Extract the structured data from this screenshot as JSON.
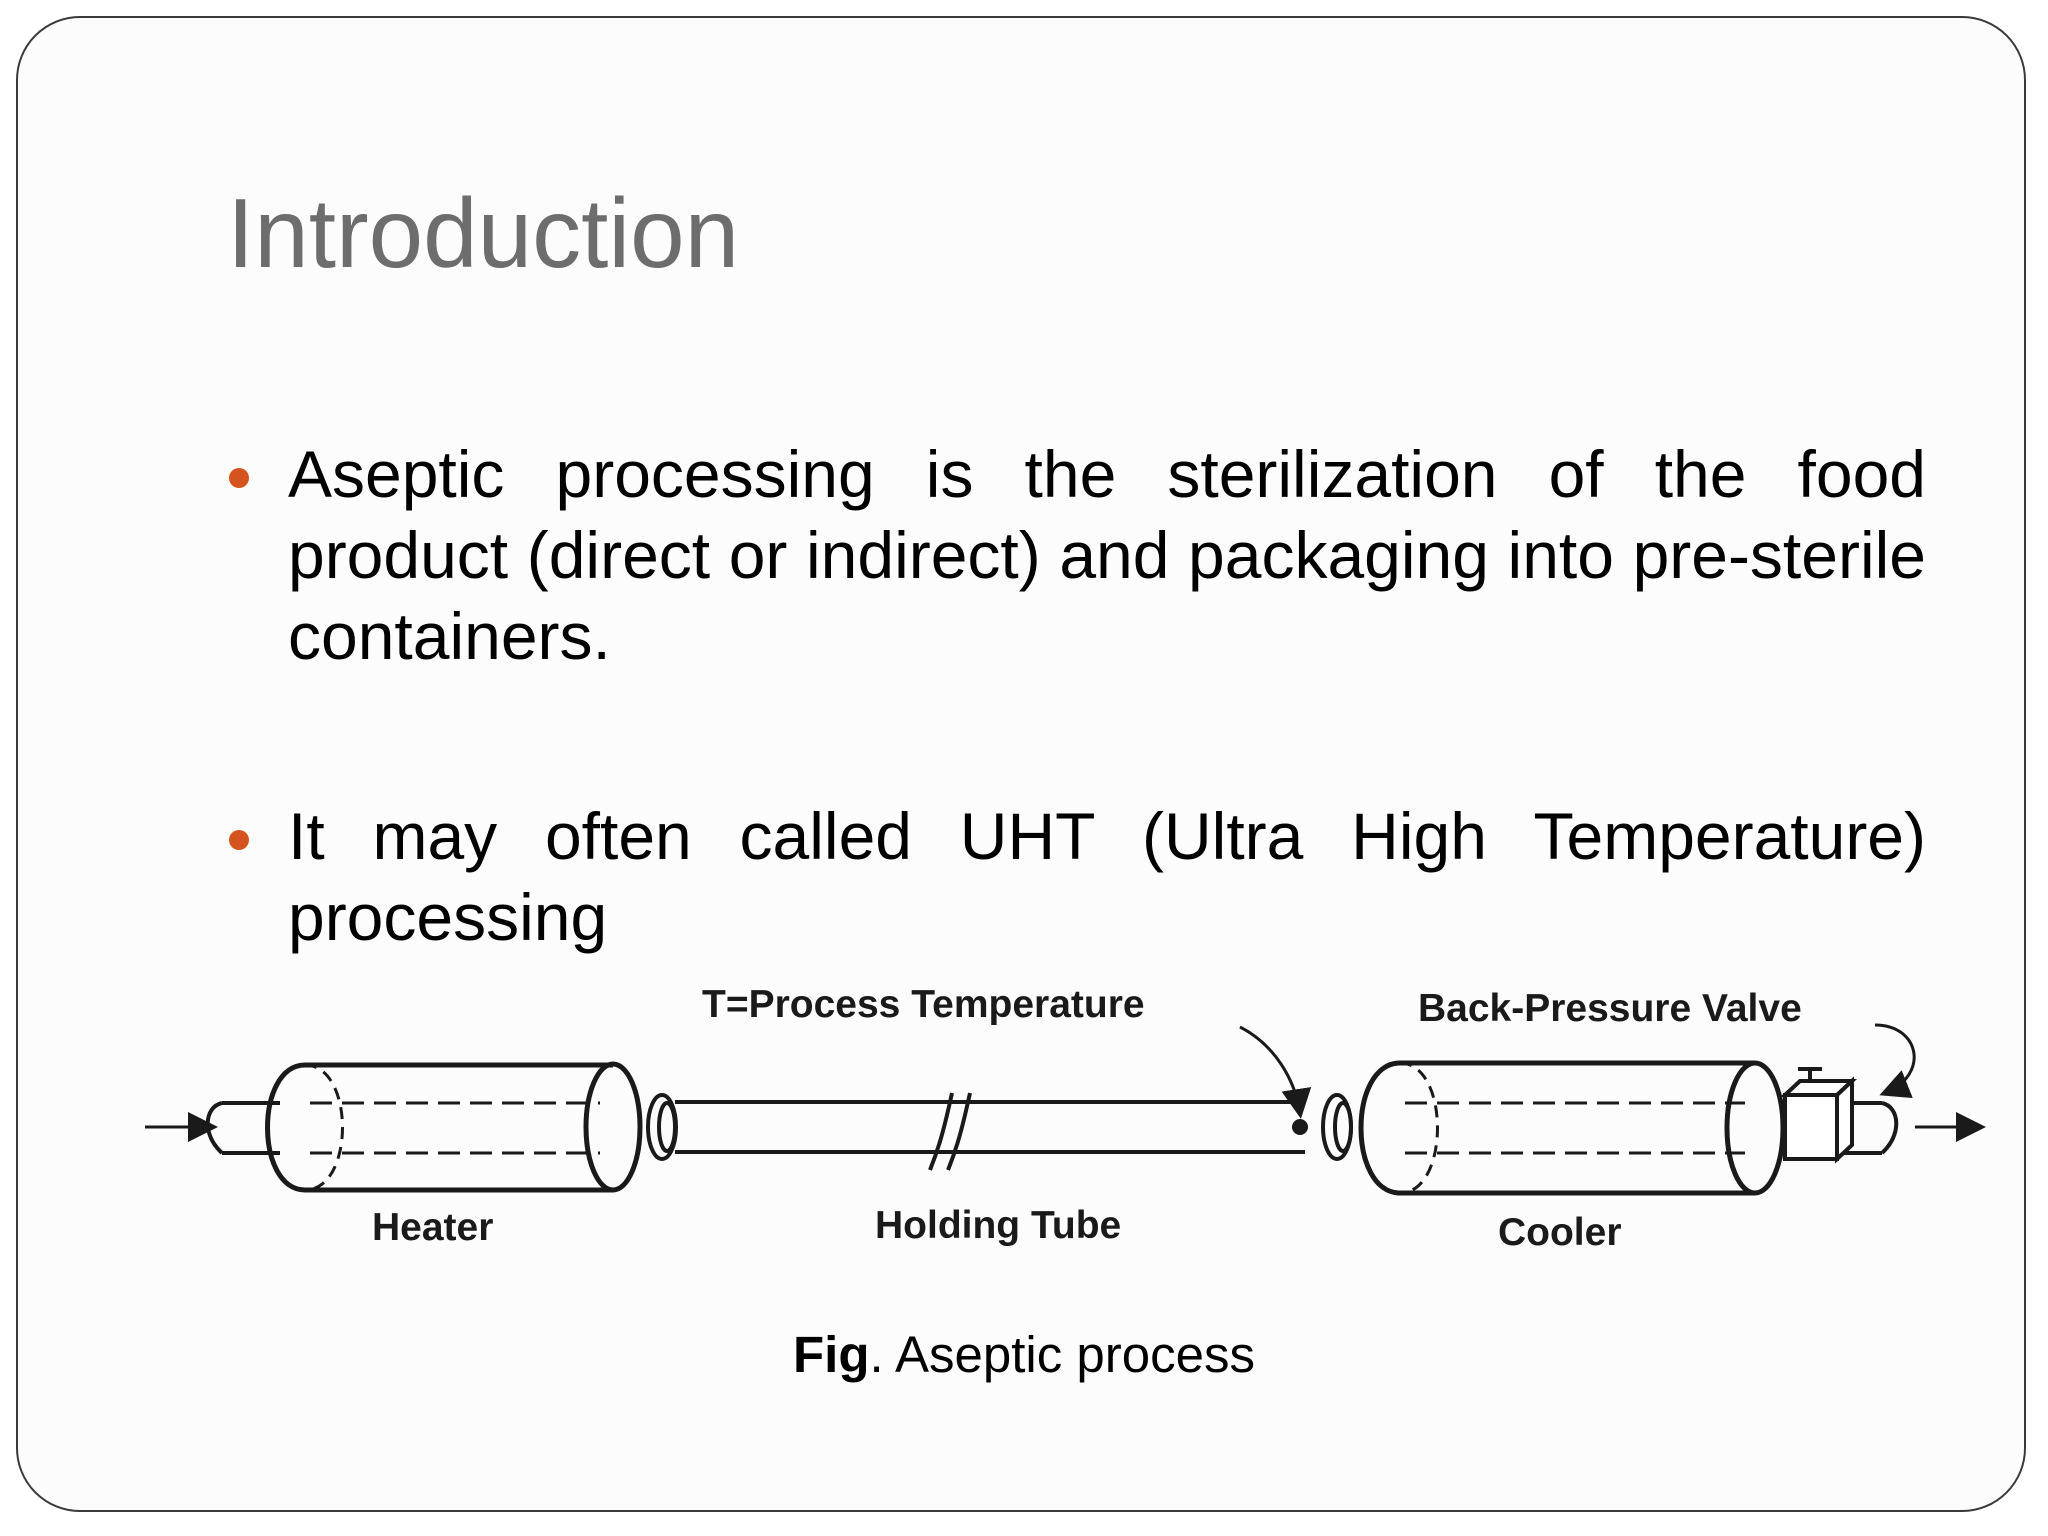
{
  "slide": {
    "title": "Introduction",
    "bullets": [
      {
        "text": "Aseptic processing is the sterilization of the food product (direct or indirect) and packaging into pre-sterile containers."
      },
      {
        "text": "It may often called UHT (Ultra High Temperature) processing"
      }
    ],
    "bullet_color": "#d4531f",
    "title_color": "#6d6d6d"
  },
  "figure": {
    "labels": {
      "process_temperature": "T=Process Temperature",
      "back_pressure_valve": "Back-Pressure Valve",
      "heater": "Heater",
      "holding_tube": "Holding Tube",
      "cooler": "Cooler"
    },
    "caption_bold": "Fig",
    "caption_rest": ". Aseptic process"
  }
}
